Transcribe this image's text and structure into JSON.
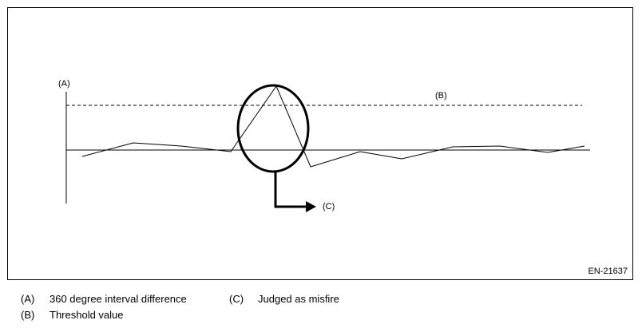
{
  "diagram": {
    "axis_label_a": "(A)",
    "threshold_label_b": "(B)",
    "arrow_label_c": "(C)",
    "figure_id": "EN-21637"
  },
  "legend": {
    "items": [
      {
        "key": "(A)",
        "text": "360 degree interval difference"
      },
      {
        "key": "(B)",
        "text": "Threshold value"
      },
      {
        "key": "(C)",
        "text": "Judged as misfire"
      }
    ]
  }
}
